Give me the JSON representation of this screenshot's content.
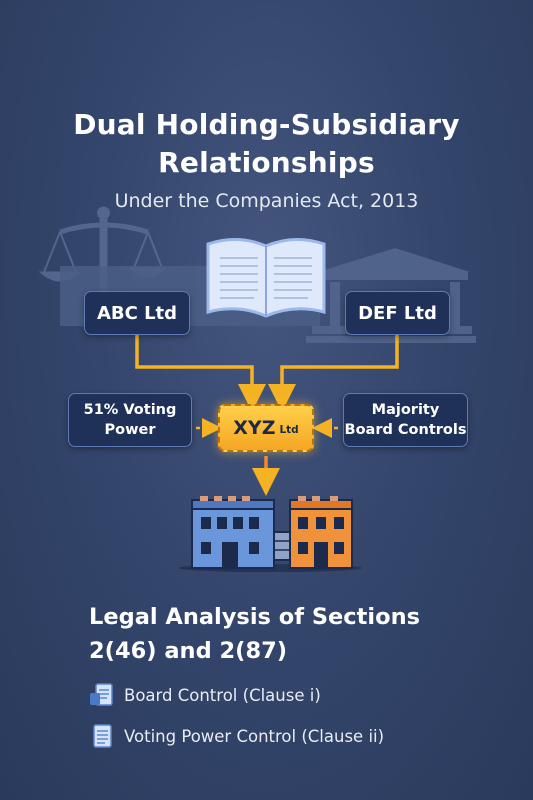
{
  "header": {
    "title_line1": "Dual Holding-Subsidiary",
    "title_line2": "Relationships",
    "subtitle": "Under the Companies Act, 2013"
  },
  "diagram": {
    "holding_left": "ABC Ltd",
    "holding_right": "DEF Ltd",
    "left_control_line1": "51% Voting",
    "left_control_line2": "Power",
    "right_control_line1": "Majority",
    "right_control_line2": "Board Controls",
    "subsidiary_name": "XYZ",
    "subsidiary_suffix": "Ltd",
    "colors": {
      "arrow": "#f5b324",
      "subsidiary_fill": "#fcc23d",
      "box_fill": "#1f3158",
      "building_left": "#6a96dc",
      "building_right": "#f0913c"
    }
  },
  "analysis": {
    "title_line1": "Legal Analysis of Sections",
    "title_line2": "2(46) and 2(87)",
    "items": [
      {
        "icon": "document-icon",
        "label": "Board Control (Clause i)"
      },
      {
        "icon": "document-icon",
        "label": "Voting Power Control (Clause ii)"
      }
    ]
  }
}
